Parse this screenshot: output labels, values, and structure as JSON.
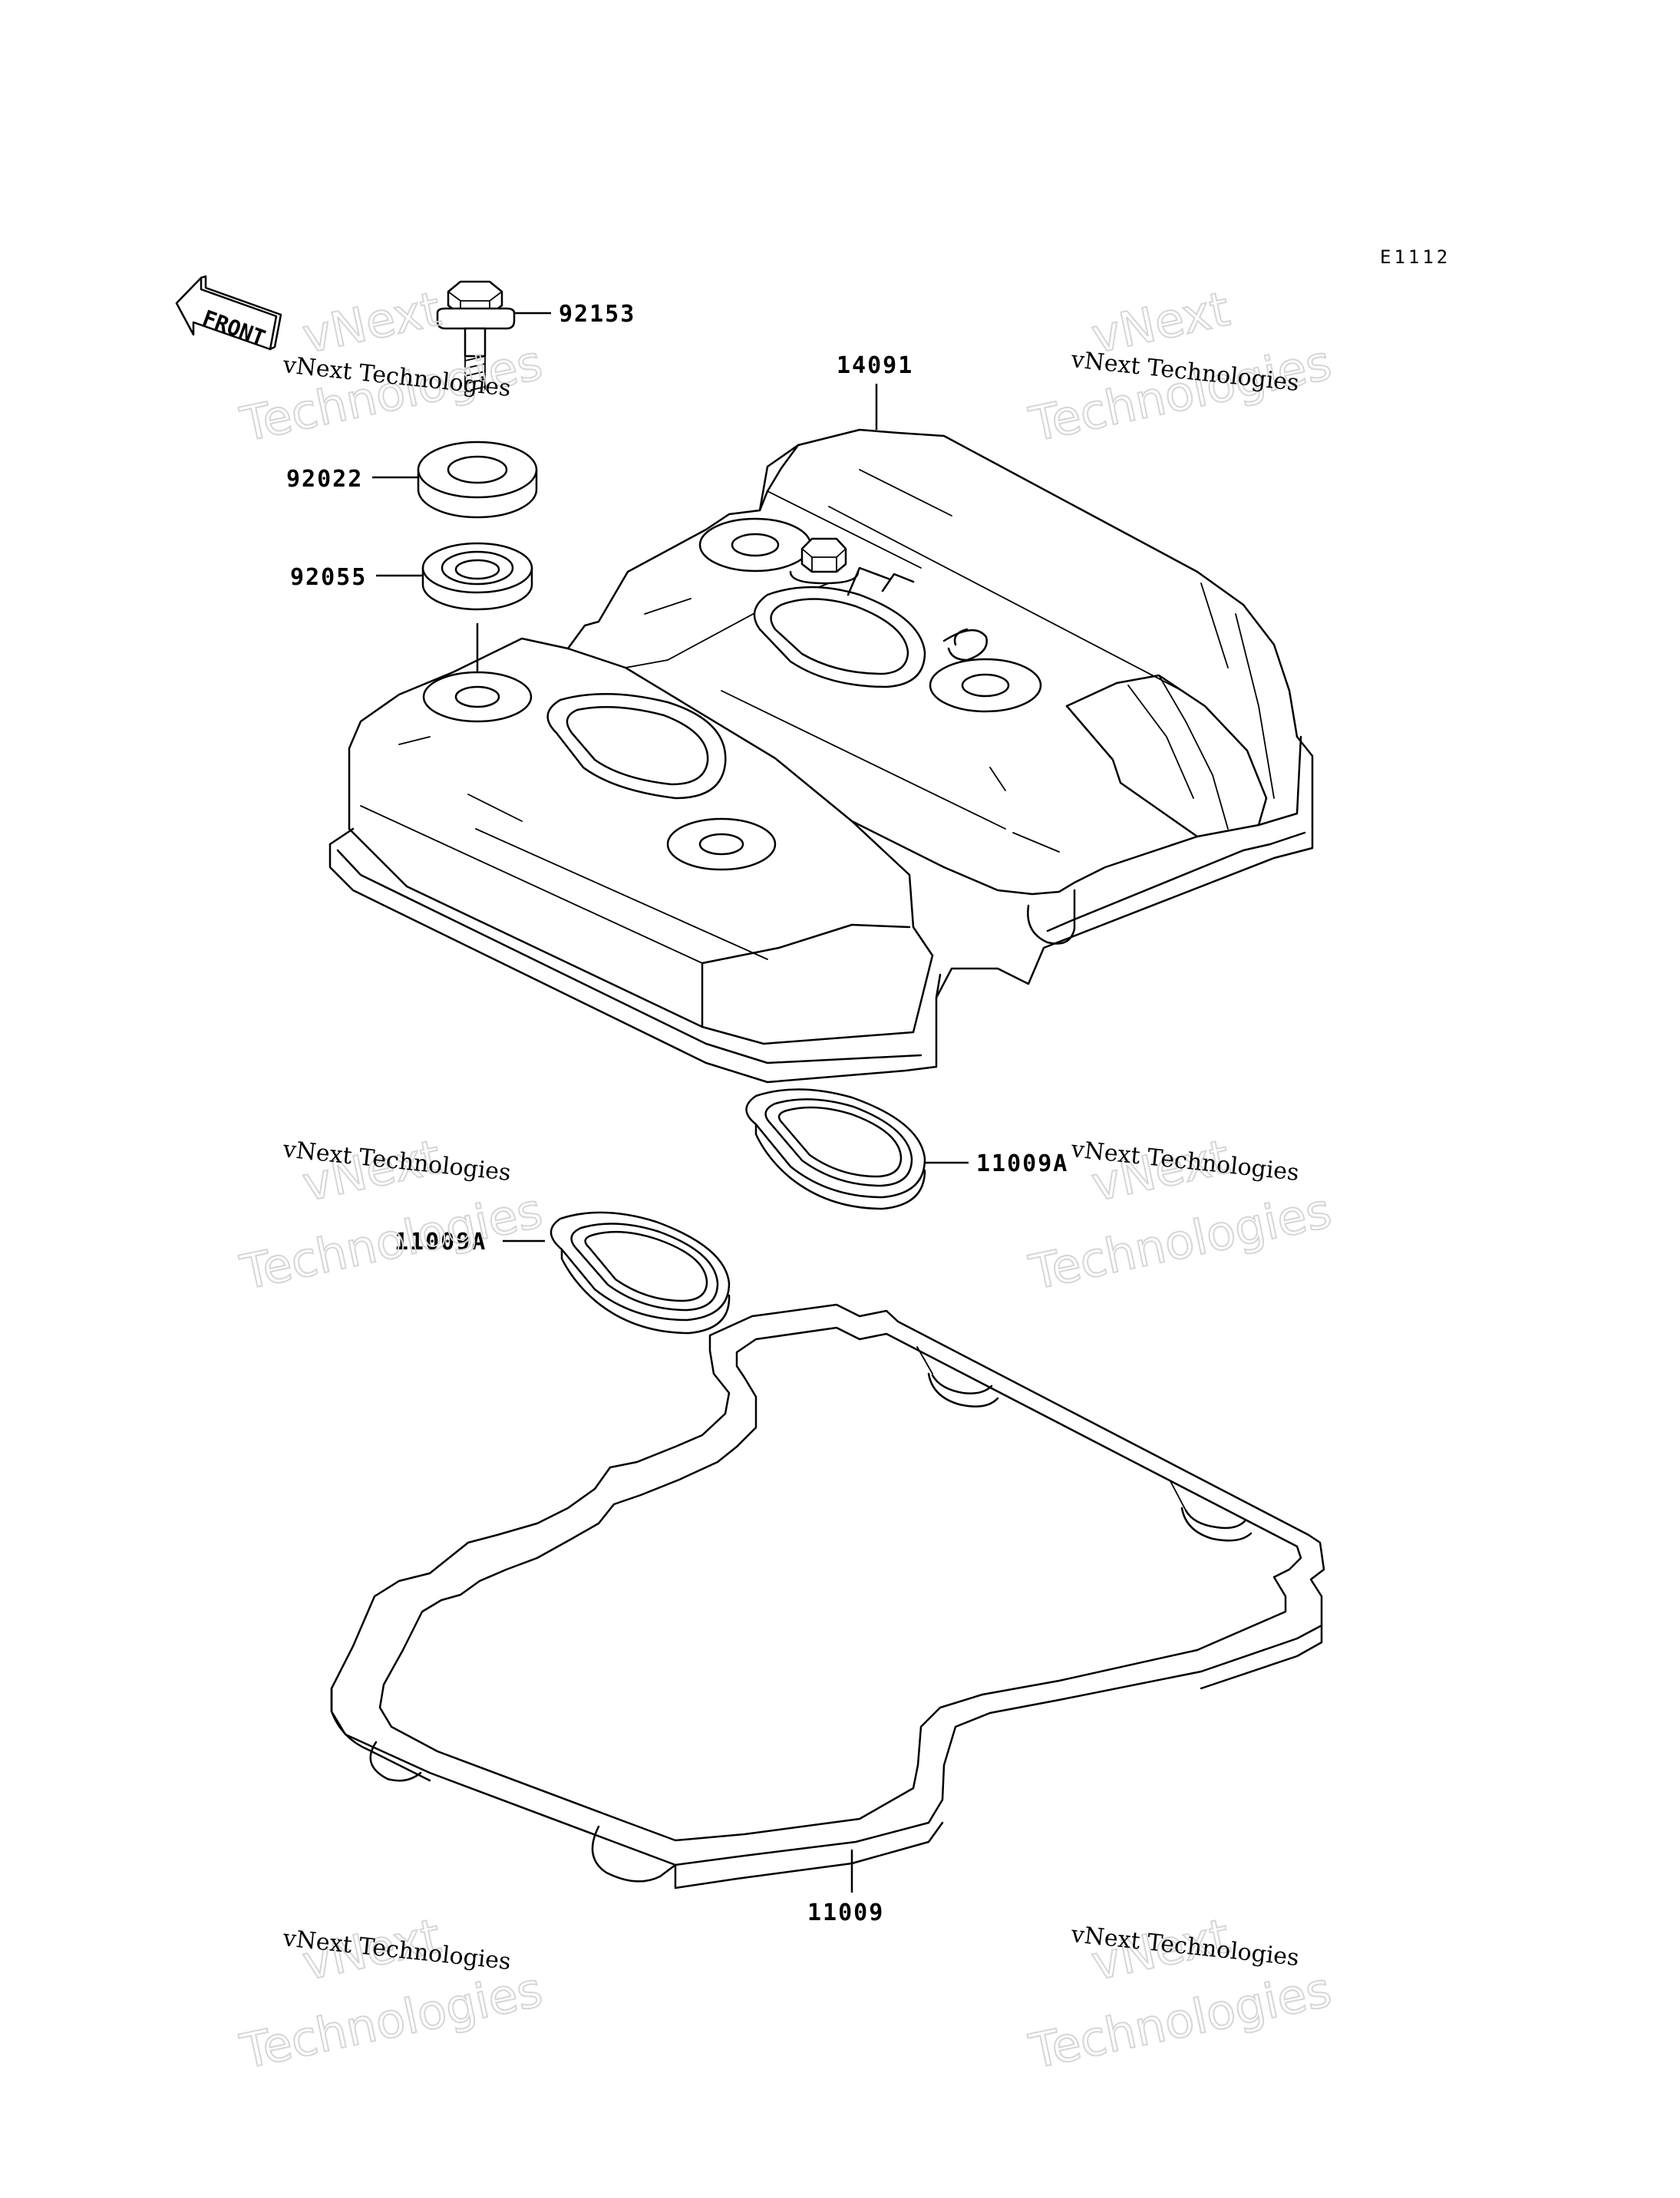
{
  "figure_id": "E1112",
  "front_arrow": {
    "label": "FRONT",
    "icon": "front-arrow-icon"
  },
  "parts": [
    {
      "key": "bolt",
      "number": "92153"
    },
    {
      "key": "washer",
      "number": "92022"
    },
    {
      "key": "grommet",
      "number": "92055"
    },
    {
      "key": "cover",
      "number": "14091"
    },
    {
      "key": "plug-gasket-right",
      "number": "11009A"
    },
    {
      "key": "plug-gasket-left",
      "number": "11009A"
    },
    {
      "key": "cover-gasket",
      "number": "11009"
    }
  ],
  "watermarks": [
    {
      "brand": "vNext",
      "company": "vNext Technologies",
      "word": "Technologies"
    },
    {
      "brand": "vNext",
      "company": "vNext Technologies",
      "word": "Technologies"
    },
    {
      "brand": "vNext",
      "company": "vNext Technologies",
      "word": "Technologies"
    },
    {
      "brand": "vNext",
      "company": "vNext Technologies",
      "word": "Technologies"
    },
    {
      "brand": "vNext",
      "company": "vNext Technologies",
      "word": "Technologies"
    },
    {
      "brand": "vNext",
      "company": "vNext Technologies",
      "word": "Technologies"
    }
  ]
}
